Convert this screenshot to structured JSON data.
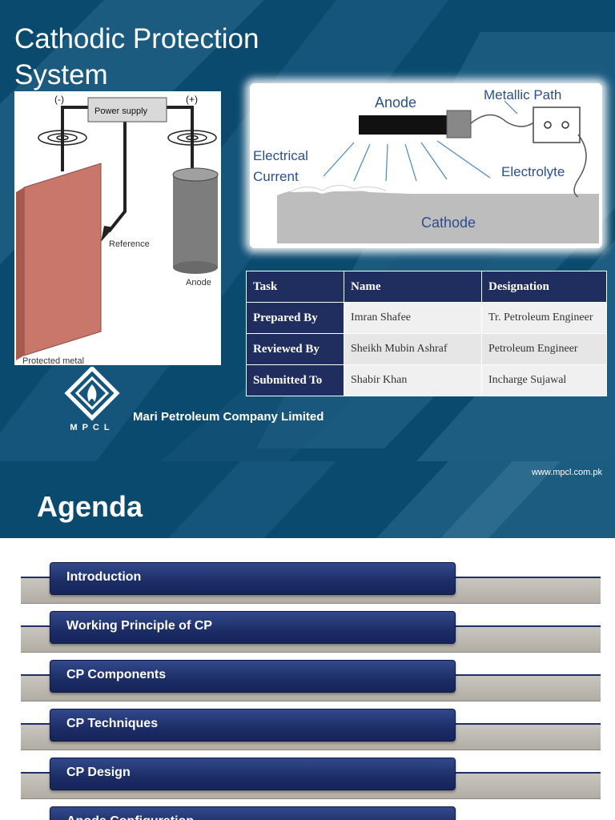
{
  "slide1": {
    "title": "Cathodic Protection System",
    "left_diagram": {
      "labels": {
        "minus": "(-)",
        "plus": "(+)",
        "power_supply": "Power supply",
        "reference": "Reference",
        "anode": "Anode",
        "protected_metal": "Protected metal"
      }
    },
    "right_diagram": {
      "labels": {
        "anode": "Anode",
        "metallic_path": "Metallic Path",
        "electrical_current_1": "Electrical",
        "electrical_current_2": "Current",
        "electrolyte": "Electrolyte",
        "cathode": "Cathode"
      }
    },
    "table": {
      "headers": [
        "Task",
        "Name",
        "Designation"
      ],
      "rows": [
        [
          "Prepared By",
          "Imran Shafee",
          "Tr. Petroleum Engineer"
        ],
        [
          "Reviewed By",
          "Sheikh Mubin Ashraf",
          "Petroleum Engineer"
        ],
        [
          "Submitted To",
          "Shabir Khan",
          "Incharge Sujawal"
        ]
      ]
    },
    "logo_text": "MPCL",
    "company": "Mari Petroleum Company Limited",
    "url": "www.mpcl.com.pk"
  },
  "slide2": {
    "title": "Agenda",
    "items": [
      "Introduction",
      "Working Principle of CP",
      "CP Components",
      "CP Techniques",
      "CP Design",
      "Anode Configuration"
    ]
  },
  "colors": {
    "background_blue": "#0b4a6f",
    "table_header": "#1f2e5e",
    "agenda_button": "#1c2d66",
    "agenda_bar": "#b9b5ad"
  }
}
